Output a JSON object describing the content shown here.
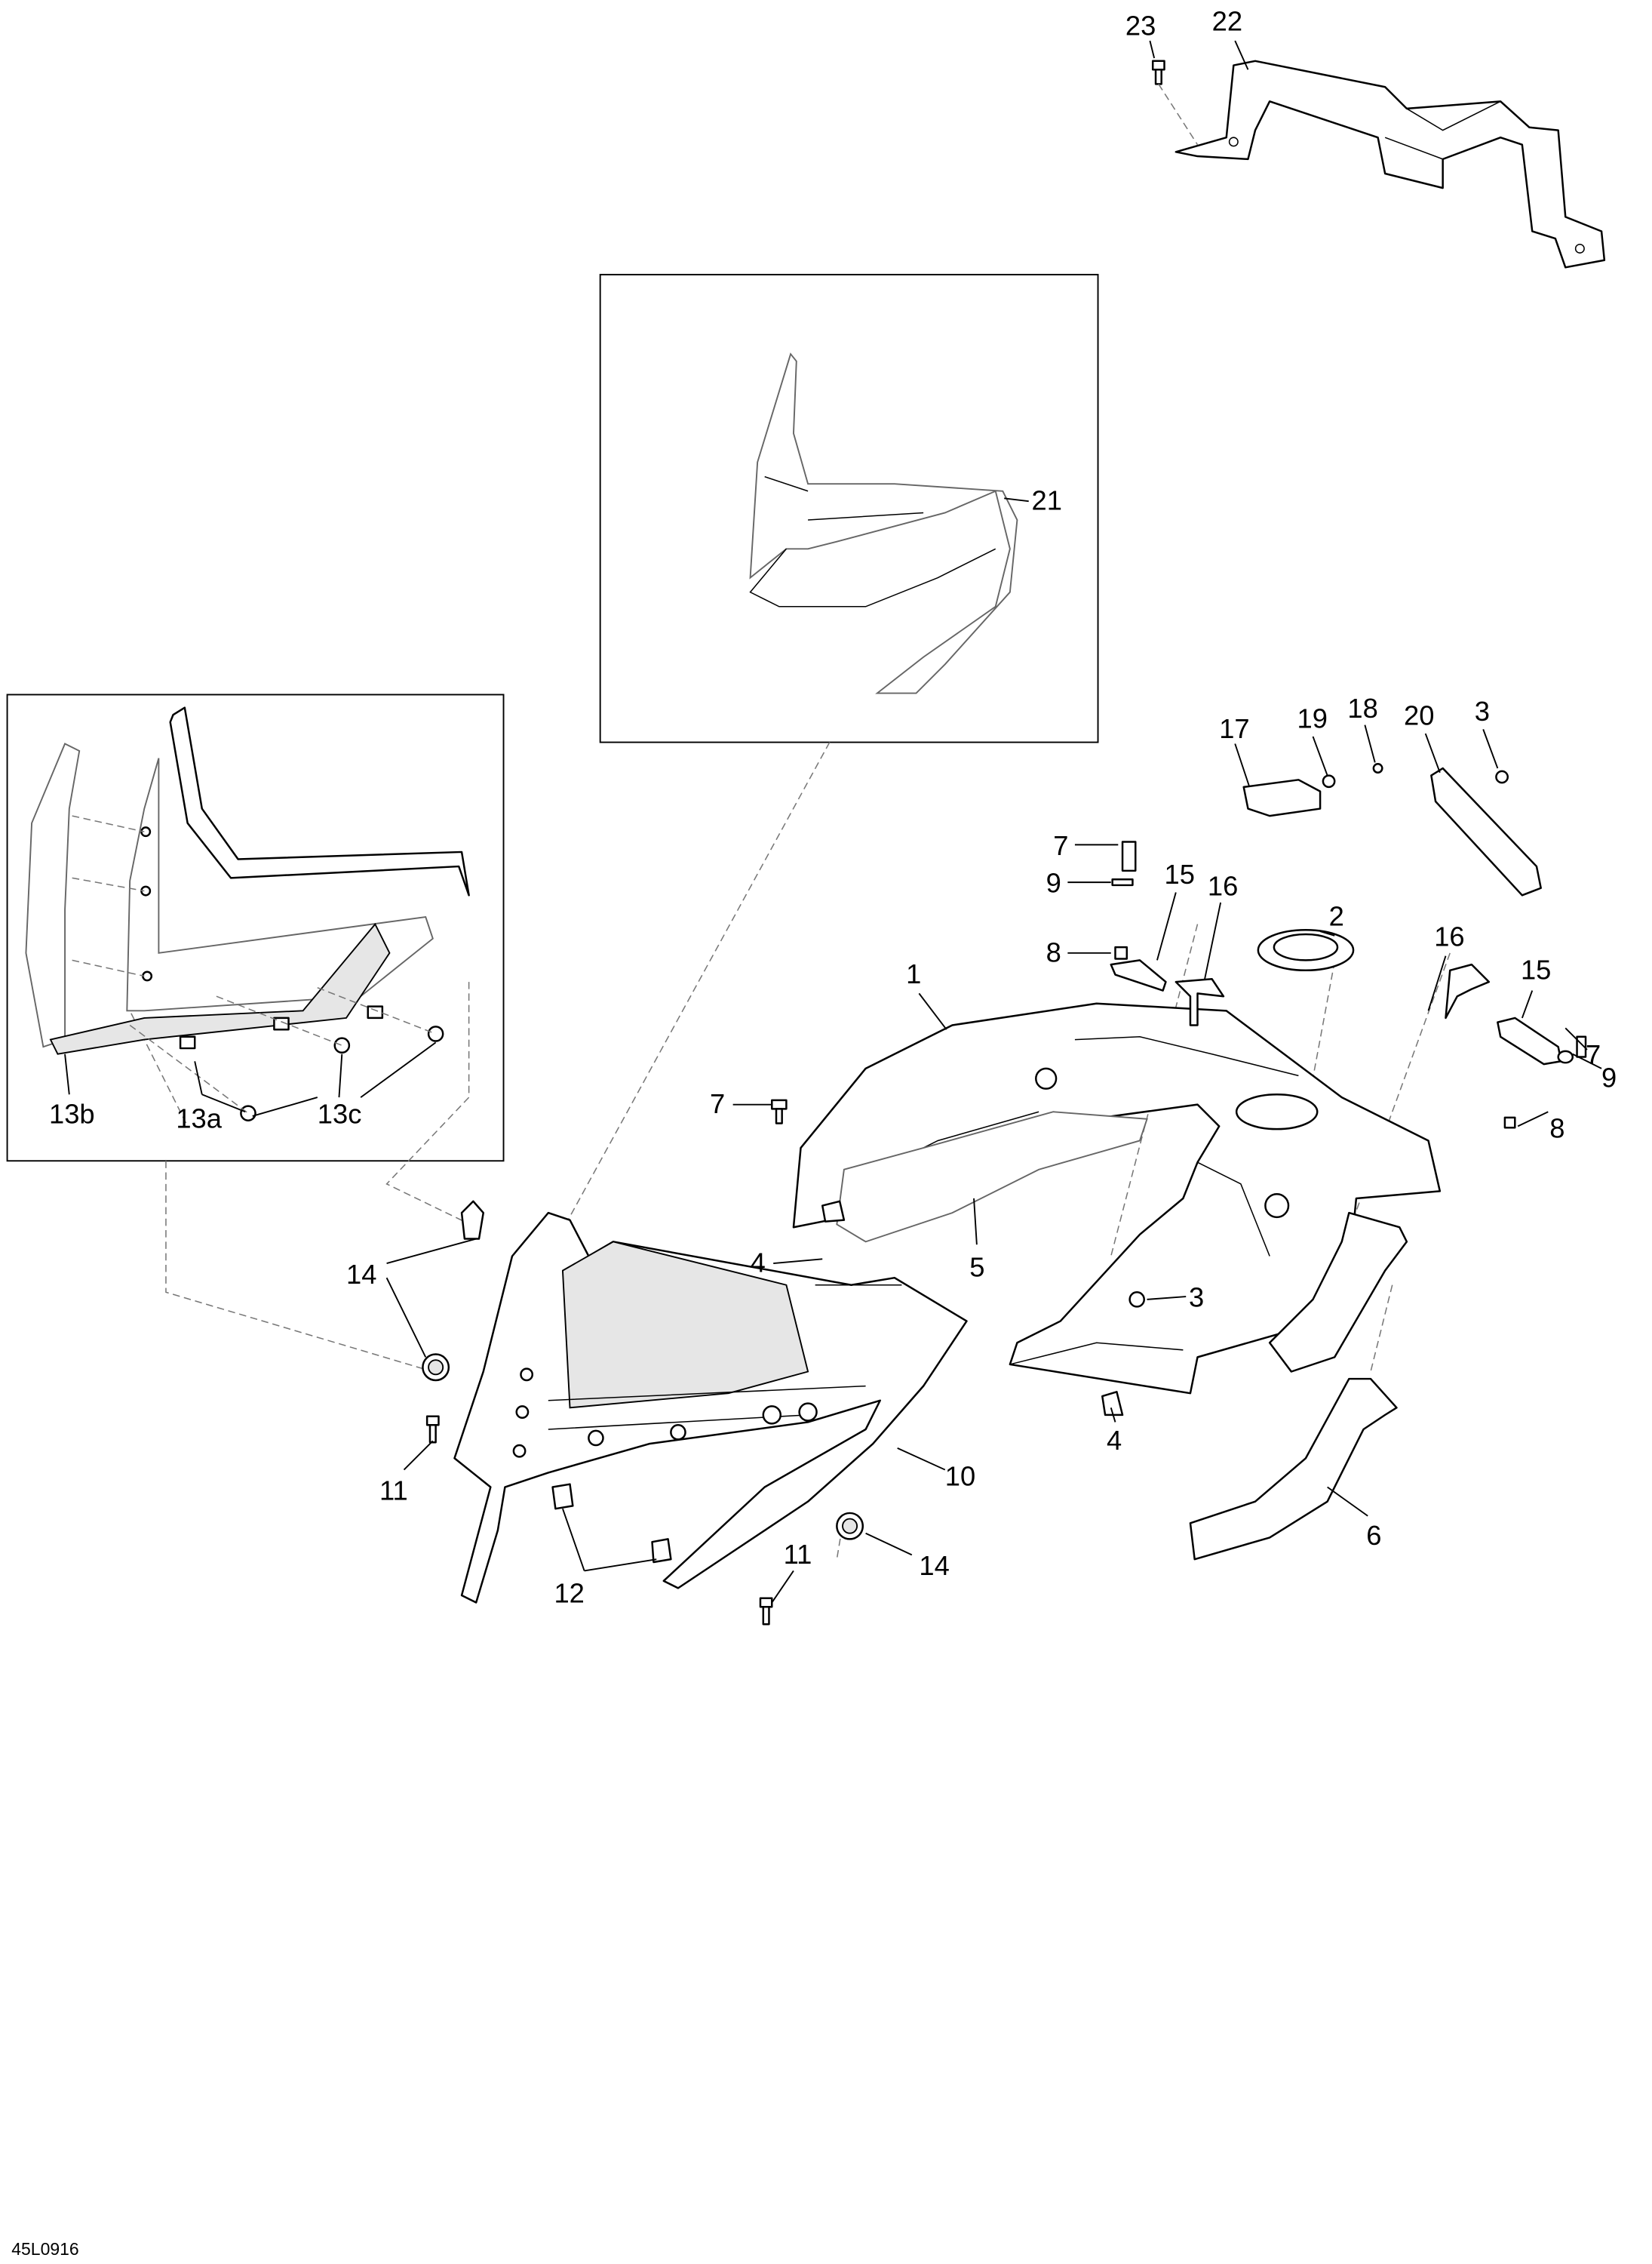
{
  "diagram_id": "45L0916",
  "callouts": {
    "p1": "1",
    "p2": "2",
    "p3a": "3",
    "p3b": "3",
    "p4a": "4",
    "p4b": "4",
    "p5": "5",
    "p6": "6",
    "p7a": "7",
    "p7b": "7",
    "p7c": "7",
    "p8a": "8",
    "p8b": "8",
    "p9a": "9",
    "p9b": "9",
    "p10": "10",
    "p11a": "11",
    "p11b": "11",
    "p12": "12",
    "p13a": "13a",
    "p13b": "13b",
    "p13c": "13c",
    "p14a": "14",
    "p14b": "14",
    "p15a": "15",
    "p15b": "15",
    "p16a": "16",
    "p16b": "16",
    "p17": "17",
    "p18": "18",
    "p19": "19",
    "p20": "20",
    "p21": "21",
    "p22": "22",
    "p23": "23"
  }
}
